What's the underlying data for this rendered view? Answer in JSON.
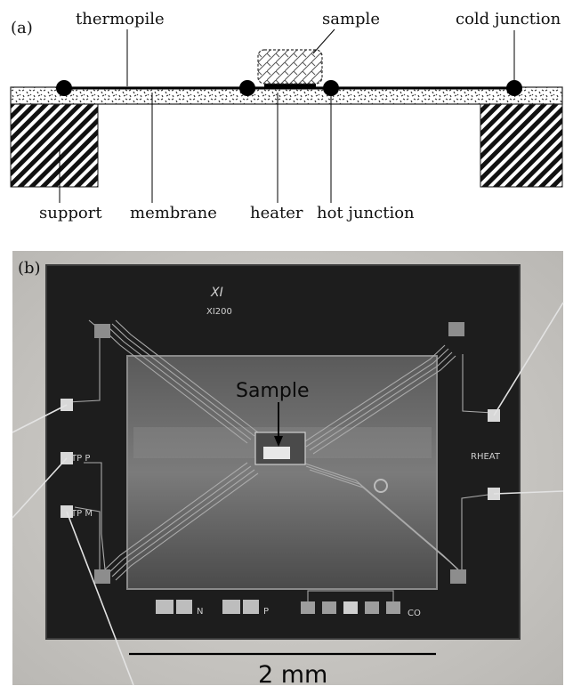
{
  "panel_a": {
    "tag": "(a)",
    "labels": {
      "thermopile": "thermopile",
      "sample": "sample",
      "cold_junction": "cold junction",
      "support": "support",
      "membrane": "membrane",
      "heater": "heater",
      "hot_junction": "hot junction"
    }
  },
  "panel_b": {
    "tag": "(b)",
    "sample_label": "Sample",
    "scale_label": "2 mm",
    "chip_marks": {
      "logo": "XI200",
      "heat": "RHEAT",
      "tp_p": "TP P",
      "tp_m": "TP M",
      "n": "N",
      "p": "P",
      "co": "CO"
    }
  }
}
